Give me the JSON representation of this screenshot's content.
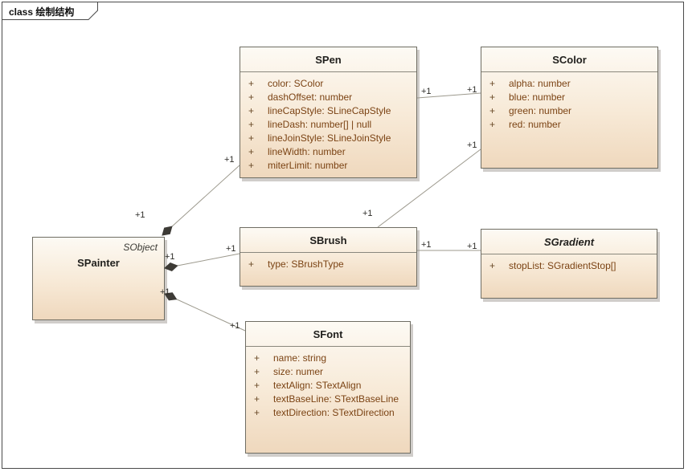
{
  "frame": {
    "tab_label": "class 绘制结构"
  },
  "classes": {
    "spainter": {
      "stereotype": "SObject",
      "title": "SPainter"
    },
    "spen": {
      "title": "SPen",
      "attrs": [
        {
          "vis": "+",
          "text": "color: SColor"
        },
        {
          "vis": "+",
          "text": "dashOffset: number"
        },
        {
          "vis": "+",
          "text": "lineCapStyle: SLineCapStyle"
        },
        {
          "vis": "+",
          "text": "lineDash: number[] | null"
        },
        {
          "vis": "+",
          "text": "lineJoinStyle: SLineJoinStyle"
        },
        {
          "vis": "+",
          "text": "lineWidth: number"
        },
        {
          "vis": "+",
          "text": "miterLimit: number"
        }
      ]
    },
    "scolor": {
      "title": "SColor",
      "attrs": [
        {
          "vis": "+",
          "text": "alpha: number"
        },
        {
          "vis": "+",
          "text": "blue: number"
        },
        {
          "vis": "+",
          "text": "green: number"
        },
        {
          "vis": "+",
          "text": "red: number"
        }
      ]
    },
    "sbrush": {
      "title": "SBrush",
      "attrs": [
        {
          "vis": "+",
          "text": "type: SBrushType"
        }
      ]
    },
    "sgradient": {
      "title": "SGradient",
      "abstract": true,
      "attrs": [
        {
          "vis": "+",
          "text": "stopList: SGradientStop[]"
        }
      ]
    },
    "sfont": {
      "title": "SFont",
      "attrs": [
        {
          "vis": "+",
          "text": "name: string"
        },
        {
          "vis": "+",
          "text": "size: numer"
        },
        {
          "vis": "+",
          "text": "textAlign: STextAlign"
        },
        {
          "vis": "+",
          "text": "textBaseLine: STextBaseLine"
        },
        {
          "vis": "+",
          "text": "textDirection: STextDirection"
        }
      ]
    }
  },
  "edges": {
    "painter_pen": {
      "type": "composition",
      "source_mult": "+1",
      "target_mult": "+1"
    },
    "painter_brush": {
      "type": "composition",
      "source_mult": "+1",
      "target_mult": "+1"
    },
    "painter_font": {
      "type": "composition",
      "source_mult": "+1",
      "target_mult": "+1"
    },
    "pen_color": {
      "type": "association",
      "source_mult": "+1",
      "target_mult": "+1"
    },
    "brush_color": {
      "type": "association",
      "source_mult": "+1",
      "target_mult": "+1"
    },
    "brush_gradient": {
      "type": "association",
      "source_mult": "+1",
      "target_mult": "+1"
    }
  }
}
